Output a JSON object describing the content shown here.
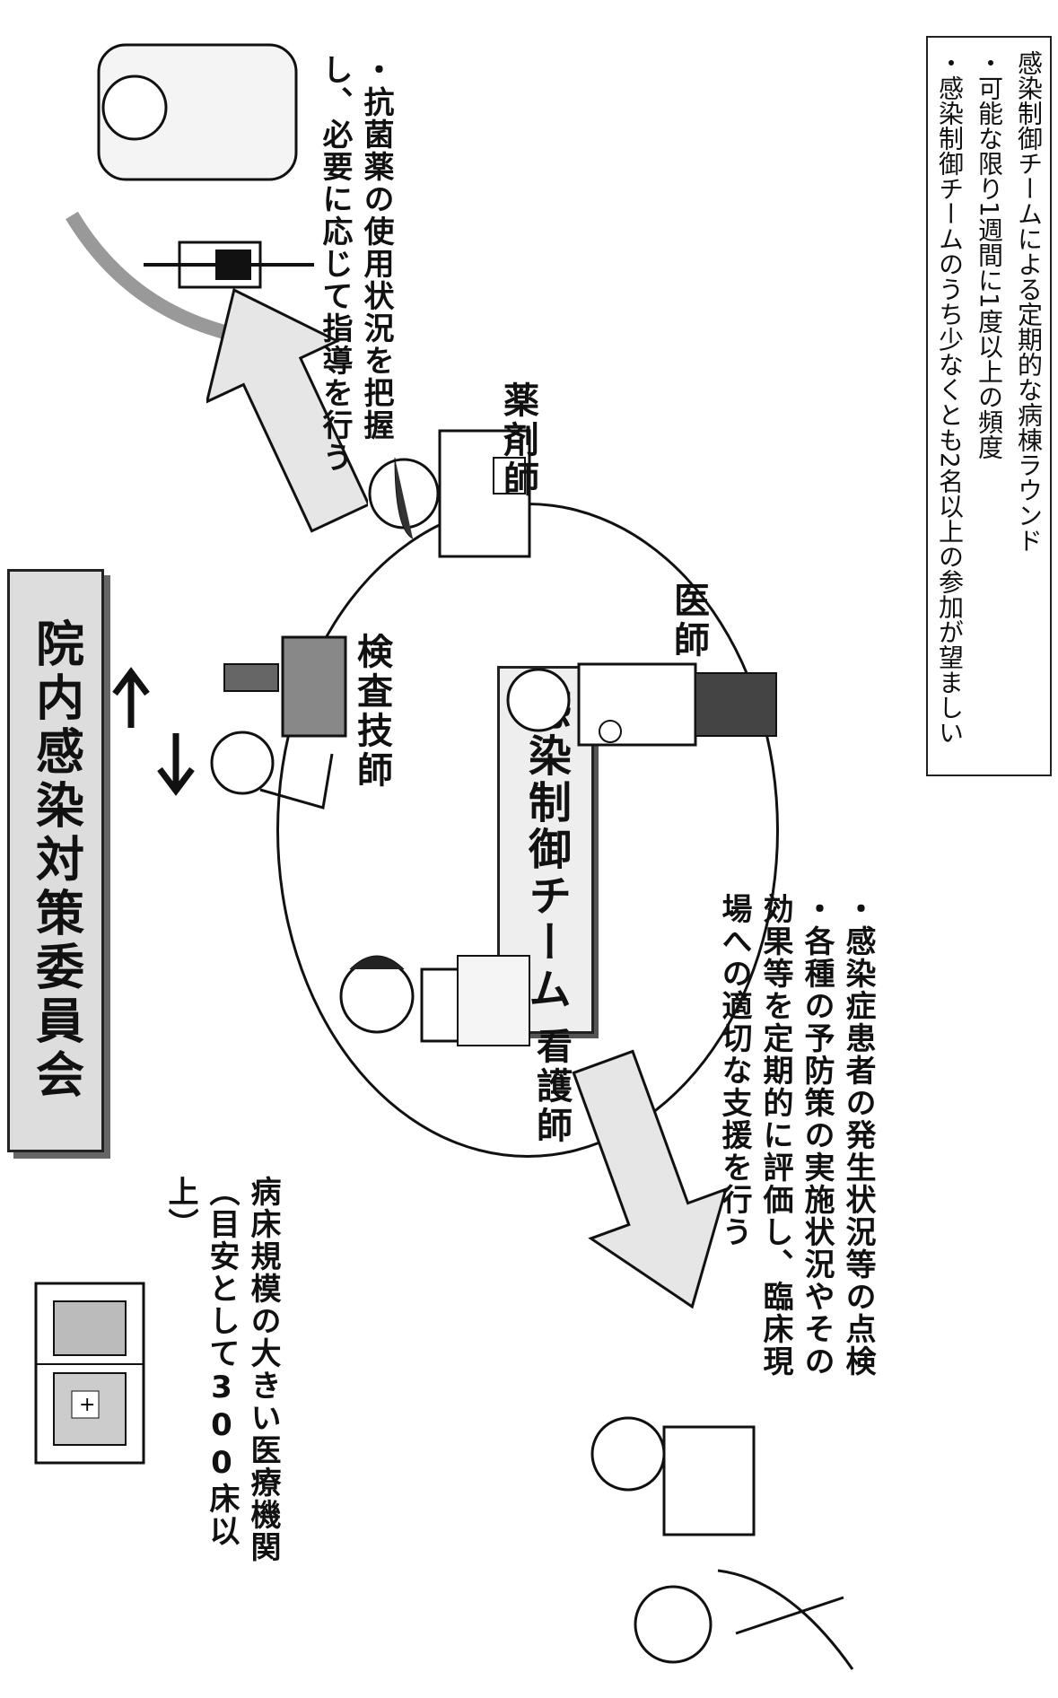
{
  "committee_title": "院内感染対策委員会",
  "team_title": "感染制御チーム",
  "hospital_note": {
    "line1": "病床規模の大きい医療機関",
    "line2": "（目安として300床以上）"
  },
  "roles": {
    "lab_technician": "検査技師",
    "pharmacist": "薬剤師",
    "doctor": "医師",
    "nurse": "看護師"
  },
  "pharmacist_note": {
    "line1": "・抗菌薬の使用状況を把握",
    "line2": "し、必要に応じて指導を行う"
  },
  "team_note": {
    "line1": "・感染症患者の発生状況等の点検",
    "line2": "・各種の予防策の実施状況やその",
    "line3": "効果等を定期的に評価し、臨床現",
    "line4": "場への適切な支援を行う"
  },
  "info_box": {
    "line1": "感染制御チームによる定期的な病棟ラウンド",
    "line2": "・可能な限り1週間に1度以上の頻度",
    "line3": "・感染制御チームのうち少なくとも2名以上の参加が望ましい"
  },
  "colors": {
    "line": "#111111",
    "fill_gray": "#dddddd",
    "shadow": "#666666"
  },
  "icons": [
    "hospital-building-icon",
    "iv-drip-patient-icon",
    "patient-bed-icon",
    "up-arrow-icon",
    "down-arrow-icon",
    "microscope-technician-icon",
    "pharmacist-figure-icon",
    "doctor-figure-icon",
    "nurse-figure-icon"
  ]
}
